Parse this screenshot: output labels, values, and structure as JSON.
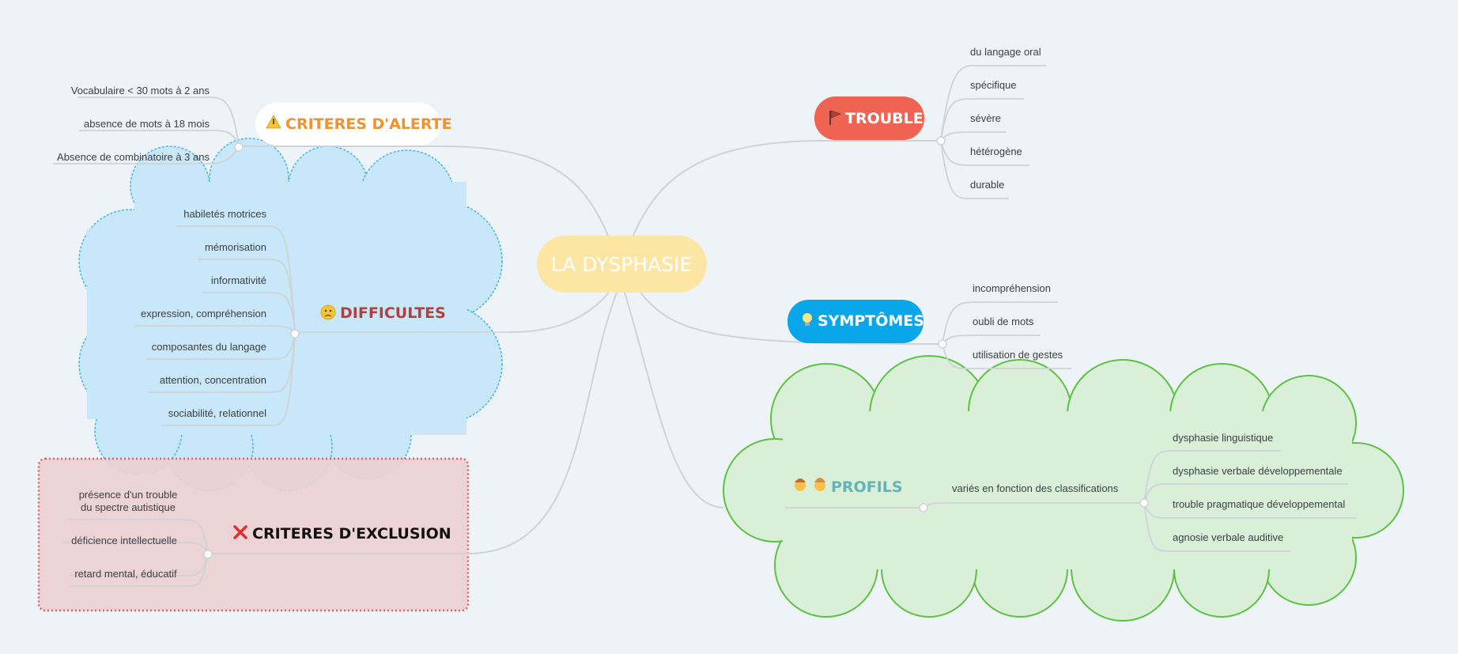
{
  "central": {
    "title": "LA DYSPHASIE",
    "color": "#fde6a4"
  },
  "branches": {
    "trouble": {
      "label": "TROUBLE",
      "icon": "flag-icon",
      "color": "#ee6352",
      "items": [
        "du langage oral",
        "spécifique",
        "sévère",
        "hétérogène",
        "durable"
      ]
    },
    "symptomes": {
      "label": "SYMPTÔMES",
      "icon": "lightbulb-icon",
      "color": "#0aa6ea",
      "items": [
        "incompréhension",
        "oubli de mots",
        "utilisation de gestes"
      ]
    },
    "profils": {
      "label": "PROFILS",
      "icon": "children-icon",
      "color": "#63b3b9",
      "cloud_color": "#d9efd7",
      "sub": "variés en fonction des classifications",
      "items": [
        "dysphasie linguistique",
        "dysphasie verbale développementale",
        "trouble pragmatique développemental",
        "agnosie verbale auditive"
      ]
    },
    "alerte": {
      "label": "CRITERES D'ALERTE",
      "icon": "warning-icon",
      "color": "#f0922e",
      "items": [
        "Vocabulaire < 30 mots à 2 ans",
        "absence de mots à 18 mois",
        "Absence de combinatoire à 3 ans"
      ]
    },
    "difficultes": {
      "label": "DIFFICULTES",
      "icon": "confused-face-icon",
      "color": "#b0413e",
      "cloud_color": "#c8e7f8",
      "items": [
        "habiletés motrices",
        "mémorisation",
        "informativité",
        "expression, compréhension",
        "composantes du langage",
        "attention, concentration",
        "sociabilité, relationnel"
      ]
    },
    "exclusion": {
      "label": "CRITERES D'EXCLUSION",
      "icon": "cross-mark-icon",
      "color": "#111111",
      "box_color": "#ecd0d1",
      "items": [
        [
          "présence d'un trouble",
          "du spectre autistique"
        ],
        [
          "déficience intellectuelle"
        ],
        [
          "retard mental, éducatif"
        ]
      ]
    }
  }
}
